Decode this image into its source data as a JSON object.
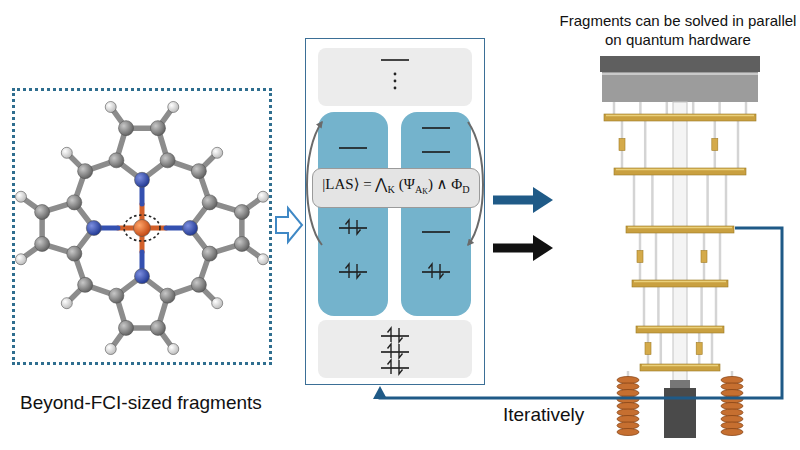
{
  "diagram": {
    "nodes": [
      {
        "text": [
          "Beyond-FCI-sized fragments"
        ]
      },
      {
        "text": []
      },
      {
        "text": [
          "|LAS⟩ = ⋀",
          "K",
          "(Ψ",
          "A",
          "K",
          ") ∧ Φ",
          "D"
        ],
        "in": 1
      },
      {
        "text": [
          "Fragments can be solved in parallel on quantum hardware"
        ]
      }
    ],
    "edges": [
      {
        "from": 0,
        "to": 1,
        "arrow": "to"
      },
      {
        "from": 1,
        "to": 3,
        "arrow": "to"
      },
      {
        "from": 1,
        "to": 3,
        "arrow": "to"
      },
      {
        "from": 3,
        "to": 1,
        "label": "Iteratively",
        "arrow": "to"
      }
    ]
  }
}
